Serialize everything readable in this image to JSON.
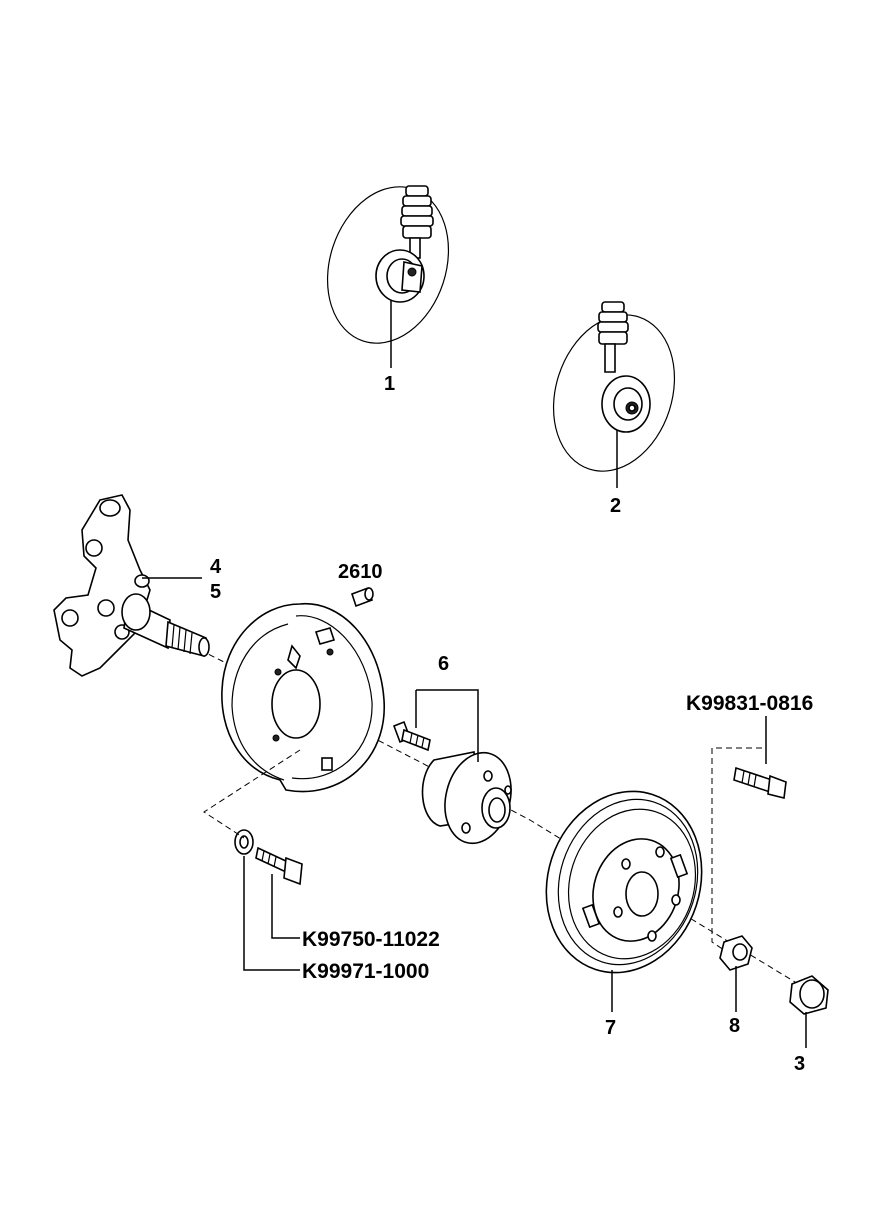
{
  "labels": {
    "l1": "1",
    "l2": "2",
    "l3": "3",
    "l4": "4",
    "l5": "5",
    "l6": "6",
    "l7": "7",
    "l8": "8",
    "l2610": "2610",
    "k99831": "K99831-0816",
    "k99750": "K99750-11022",
    "k99971": "K99971-1000"
  }
}
